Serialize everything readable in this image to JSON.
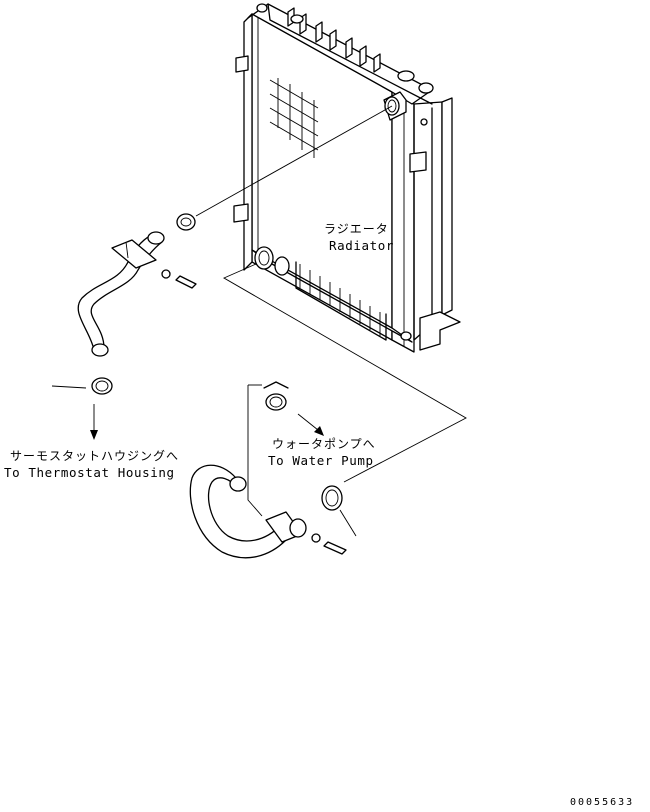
{
  "labels": {
    "radiator_jp": "ラジエータ",
    "radiator_en": "Radiator",
    "thermostat_jp": "サーモスタットハウジングへ",
    "thermostat_en": "To Thermostat Housing",
    "water_pump_jp": "ウォータポンプへ",
    "water_pump_en": "To Water Pump"
  },
  "drawing_number": "00055633"
}
